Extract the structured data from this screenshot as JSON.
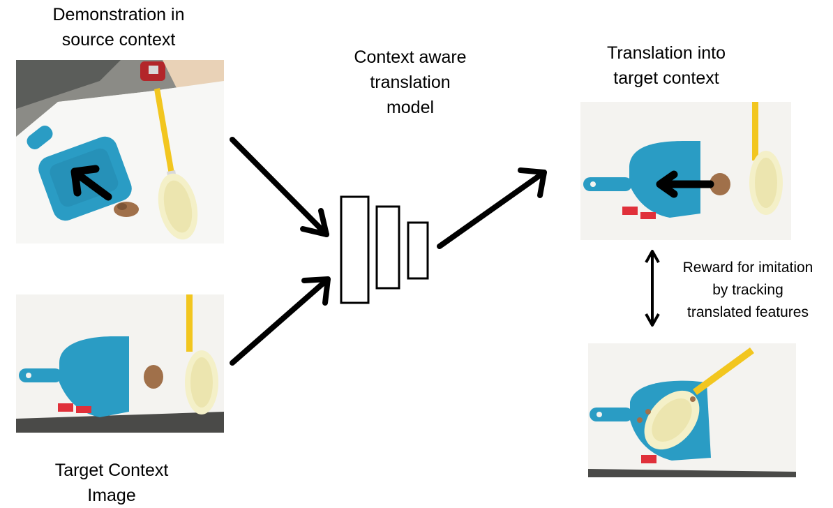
{
  "labels": {
    "source_title_line1": "Demonstration in",
    "source_title_line2": "source context",
    "model_line1": "Context aware",
    "model_line2": "translation",
    "model_line3": "model",
    "target_title_line1": "Translation into",
    "target_title_line2": "target context",
    "reward_line1": "Reward for imitation",
    "reward_line2": "by tracking",
    "reward_line3": "translated features",
    "context_line1": "Target Context",
    "context_line2": "Image"
  },
  "colors": {
    "dustpan": "#2a9cc4",
    "dustpan_dark": "#1f7fa3",
    "handle": "#f2c61f",
    "table": "#f2f1ee",
    "nuts": "#a0704a",
    "duster": "#f4f0c8",
    "arrow": "#000000"
  }
}
